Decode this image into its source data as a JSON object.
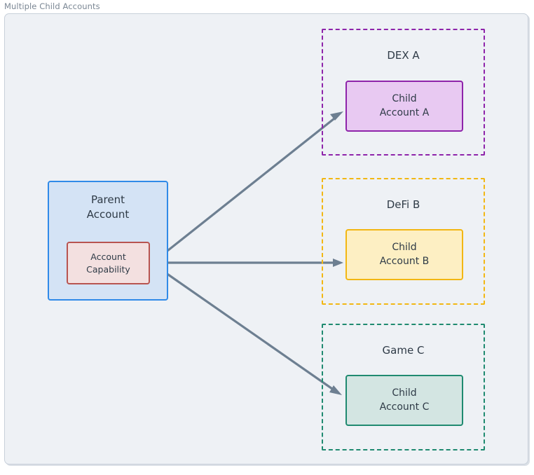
{
  "panel": {
    "title": "Multiple Child Accounts"
  },
  "diagram": {
    "type": "node-edge-diagram",
    "parent": {
      "label_line1": "Parent",
      "label_line2": "Account",
      "capability": {
        "label_line1": "Account",
        "label_line2": "Capability"
      }
    },
    "clusters": [
      {
        "id": "dex-a",
        "label": "DEX A",
        "color": "#8e24aa",
        "child": {
          "label_line1": "Child",
          "label_line2": "Account A",
          "fill": "#e8c9f2",
          "border": "#8e24aa"
        }
      },
      {
        "id": "defi-b",
        "label": "DeFi B",
        "color": "#f2b713",
        "child": {
          "label_line1": "Child",
          "label_line2": "Account B",
          "fill": "#fdefc3",
          "border": "#f2b713"
        }
      },
      {
        "id": "game-c",
        "label": "Game C",
        "color": "#1f8a70",
        "child": {
          "label_line1": "Child",
          "label_line2": "Account C",
          "fill": "#d3e5e2",
          "border": "#1f8a70"
        }
      }
    ],
    "edges": [
      {
        "from": "account-capability",
        "to": "child-account-a",
        "style": "solid-arrow",
        "color": "#6d7f91"
      },
      {
        "from": "account-capability",
        "to": "child-account-b",
        "style": "solid-arrow",
        "color": "#6d7f91"
      },
      {
        "from": "account-capability",
        "to": "child-account-c",
        "style": "solid-arrow",
        "color": "#6d7f91"
      }
    ],
    "colors": {
      "canvas_background": "#eef1f5",
      "panel_border": "#c8d0da",
      "title_text": "#7b8794",
      "node_text": "#2f3b47",
      "parent_fill": "#d4e3f5",
      "parent_border": "#2f8ae8",
      "capability_fill": "#f3e0e0",
      "capability_border": "#b85450",
      "edge": "#6d7f91"
    }
  }
}
